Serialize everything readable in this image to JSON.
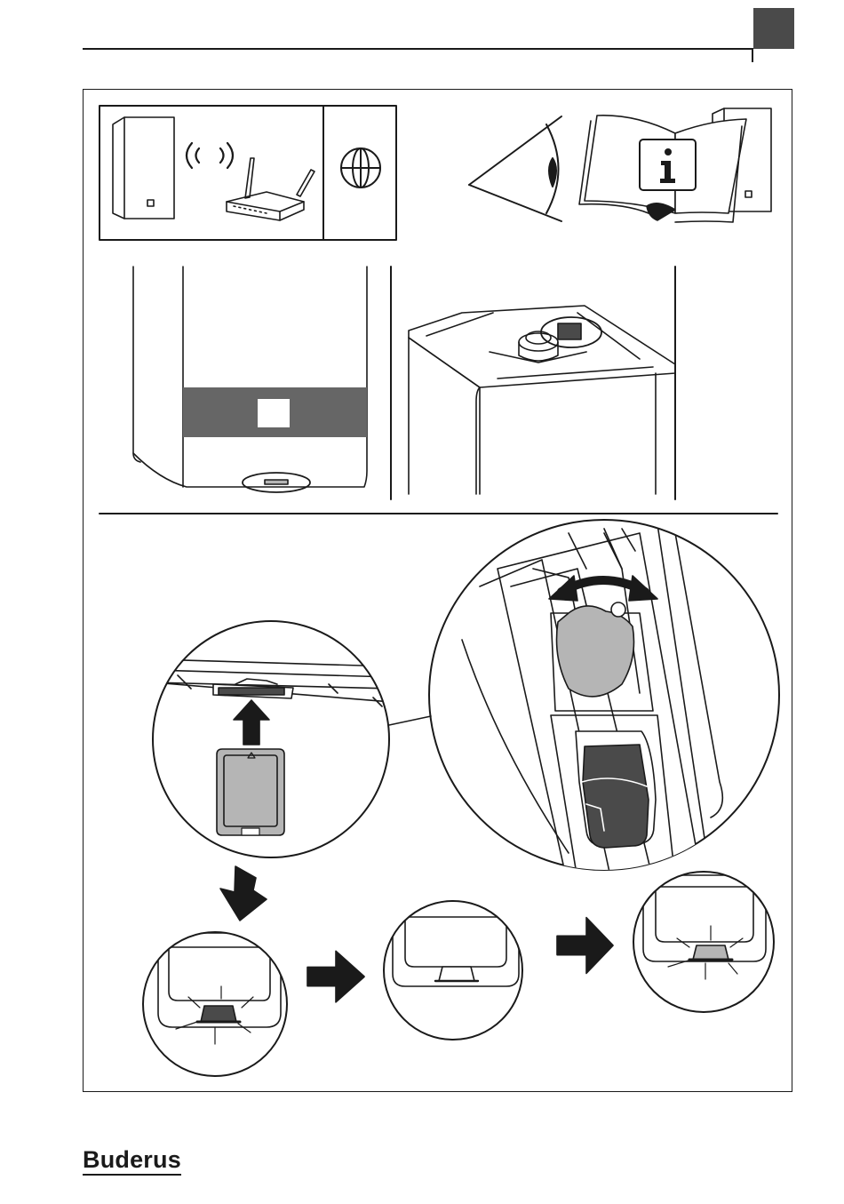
{
  "brand": {
    "name": "Buderus"
  },
  "header": {
    "chapter_tab_color": "#4a4a4a"
  },
  "colors": {
    "line": "#1a1a1a",
    "display_band": "#666666",
    "grey_fill": "#b5b5b5",
    "dark_fill": "#4a4a4a",
    "arrow": "#1a1a1a",
    "background": "#ffffff"
  },
  "figure": {
    "icons": [
      "boiler-icon",
      "wifi-signal-icon",
      "router-icon",
      "globe-icon",
      "eye-icon",
      "open-manual-info-icon",
      "boiler-icon"
    ],
    "steps": [
      "insert-module",
      "position-module",
      "led-off",
      "led-on"
    ]
  }
}
